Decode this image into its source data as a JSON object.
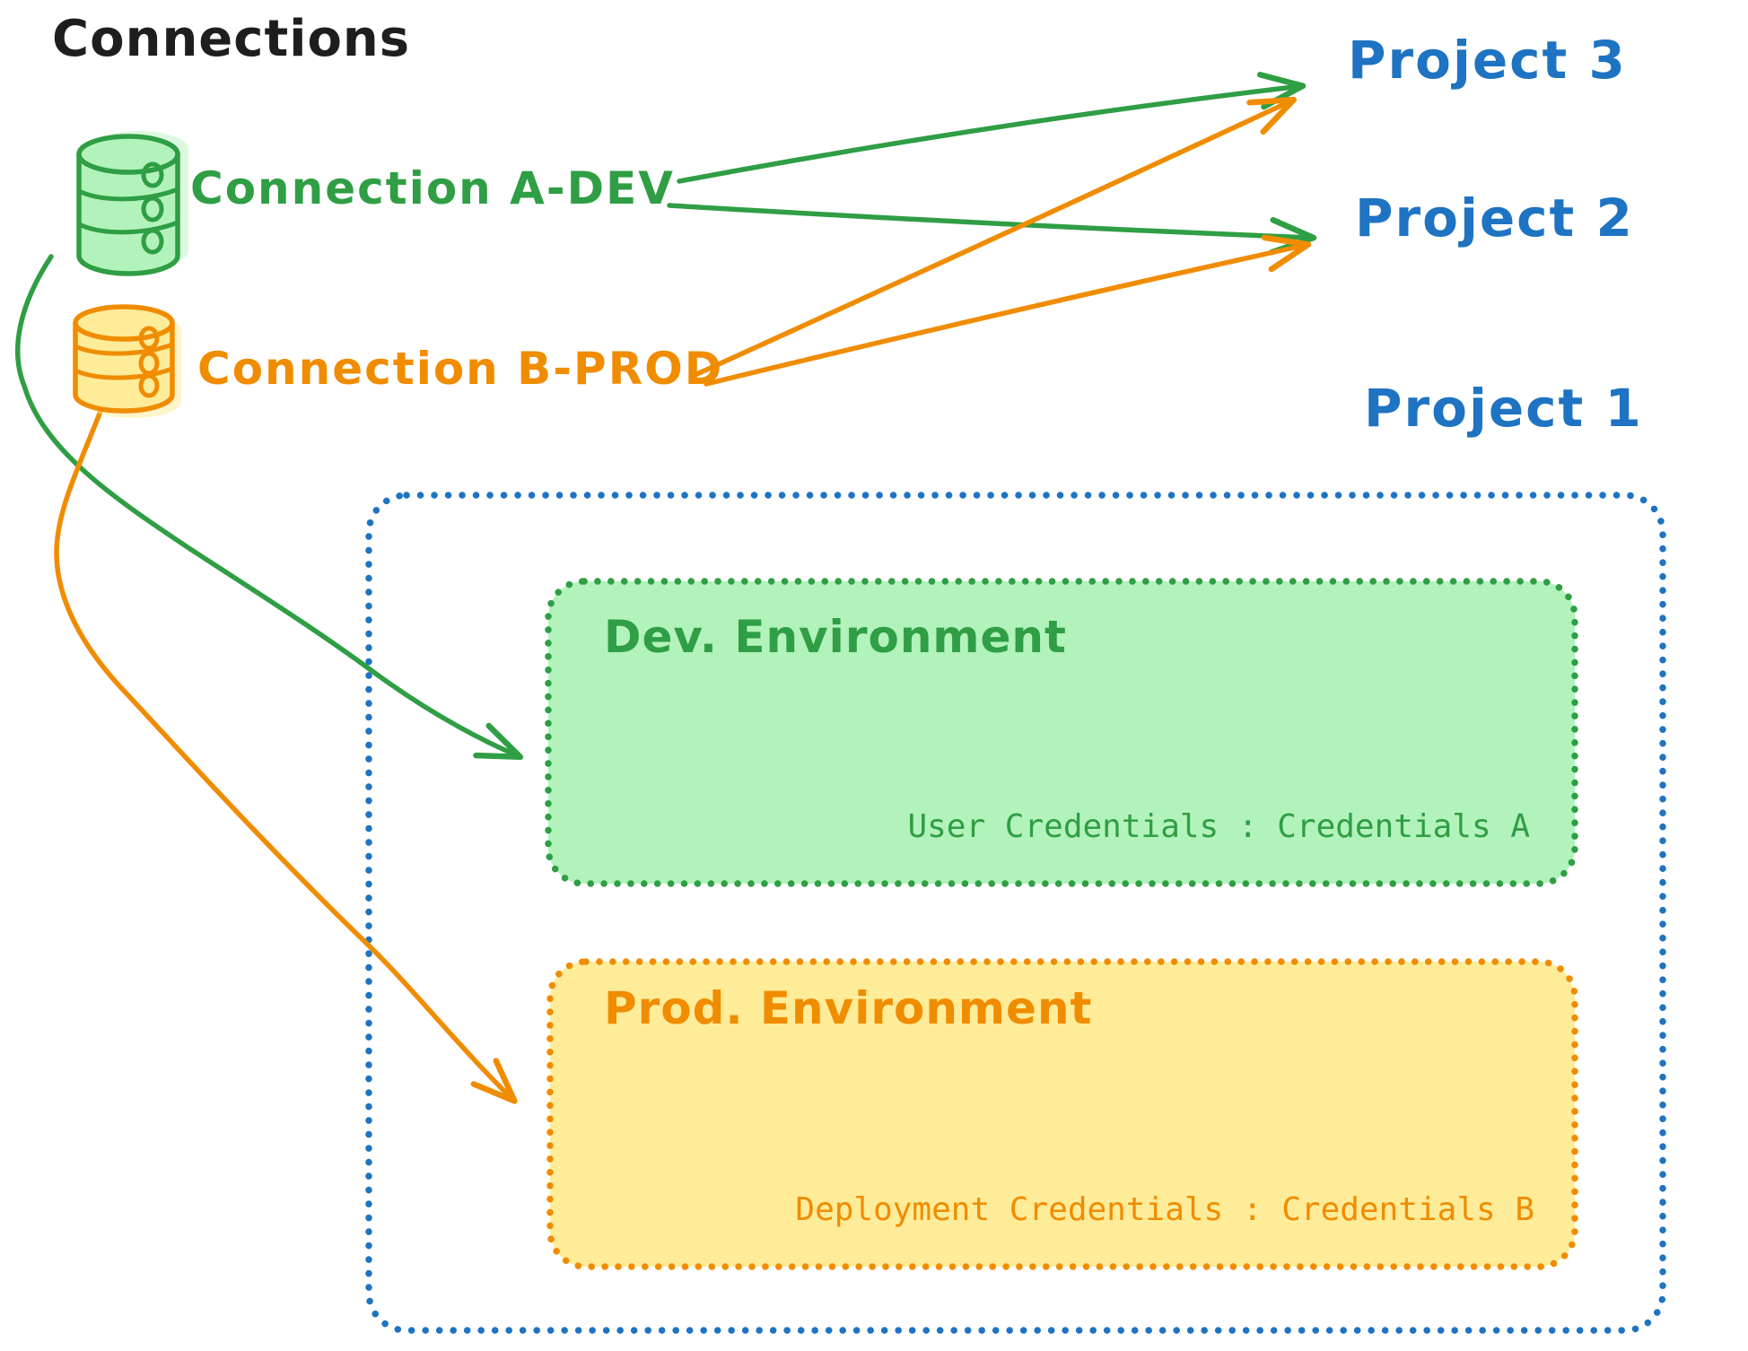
{
  "title": "Connections",
  "connections": [
    {
      "id": "a-dev",
      "label": "Connection A-DEV",
      "color": "#2f9e44",
      "icon": "database-icon"
    },
    {
      "id": "b-prod",
      "label": "Connection B-PROD",
      "color": "#f08c00",
      "icon": "database-icon"
    }
  ],
  "projects": [
    {
      "label": "Project 3"
    },
    {
      "label": "Project 2"
    },
    {
      "label": "Project 1"
    }
  ],
  "environments": [
    {
      "title": "Dev. Environment",
      "credentials_label": "User Credentials : Credentials A",
      "stroke_color": "#2f9e44",
      "fill_color": "#b2f2bb"
    },
    {
      "title": "Prod. Environment",
      "credentials_label": "Deployment Credentials : Credentials B",
      "stroke_color": "#f08c00",
      "fill_color": "#ffec99"
    }
  ],
  "links": [
    {
      "from": "Connection A-DEV",
      "to": "Project 3"
    },
    {
      "from": "Connection A-DEV",
      "to": "Project 2"
    },
    {
      "from": "Connection B-PROD",
      "to": "Project 3"
    },
    {
      "from": "Connection B-PROD",
      "to": "Project 2"
    },
    {
      "from": "Connection A-DEV",
      "to": "Dev. Environment"
    },
    {
      "from": "Connection B-PROD",
      "to": "Prod. Environment"
    }
  ],
  "colors": {
    "project_blue": "#1e73c2",
    "dev_green": "#2f9e44",
    "dev_green_fill": "#b2f2bb",
    "prod_orange": "#f08c00",
    "prod_orange_fill": "#ffec99",
    "ink": "#1e1e1e"
  }
}
